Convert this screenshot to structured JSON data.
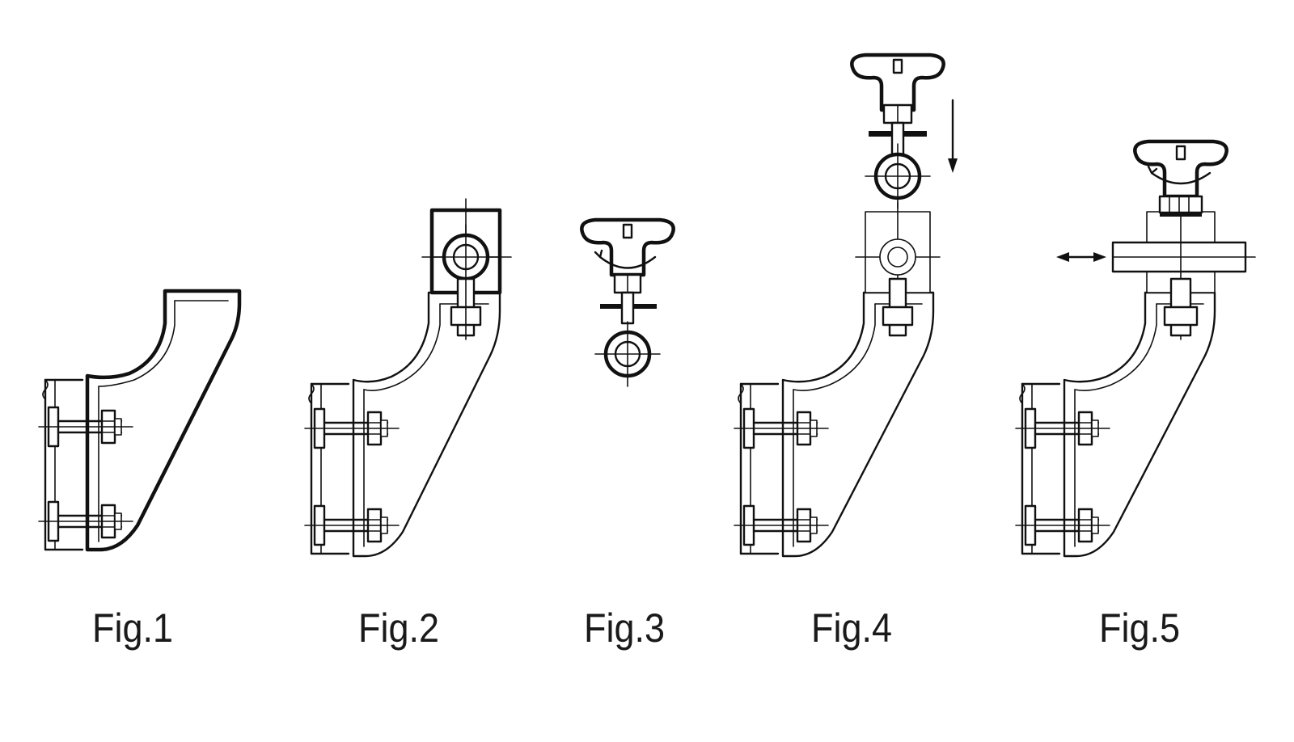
{
  "figures": [
    {
      "label": "Fig.1"
    },
    {
      "label": "Fig.2"
    },
    {
      "label": "Fig.3"
    },
    {
      "label": "Fig.4"
    },
    {
      "label": "Fig.5"
    }
  ],
  "colors": {
    "line": "#111111",
    "background": "#ffffff"
  }
}
